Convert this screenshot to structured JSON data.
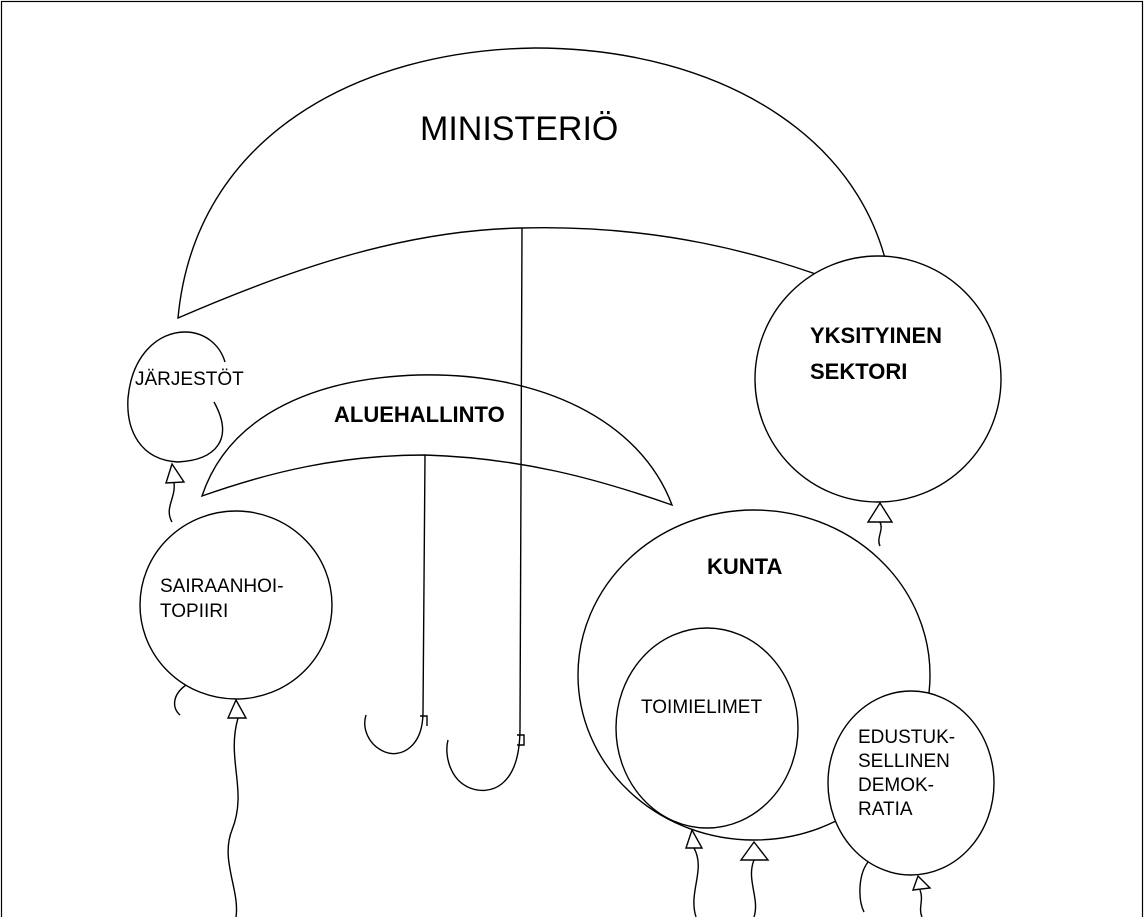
{
  "labels": {
    "ministerio": "MINISTERIÖ",
    "aluehallinto": "ALUEHALLINTO",
    "jarjestot": "JÄRJESTÖT",
    "sairaanhoitopiiri": [
      "SAIRAANHOI-",
      "TOPIIRI"
    ],
    "yksityinen_sektori": [
      "YKSITYINEN",
      "SEKTORI"
    ],
    "kunta": "KUNTA",
    "toimielimet": "TOIMIELIMET",
    "edustuksellinen_demokratia": [
      "EDUSTUK-",
      "SELLINEN",
      "DEMOK-",
      "RATIA"
    ]
  }
}
